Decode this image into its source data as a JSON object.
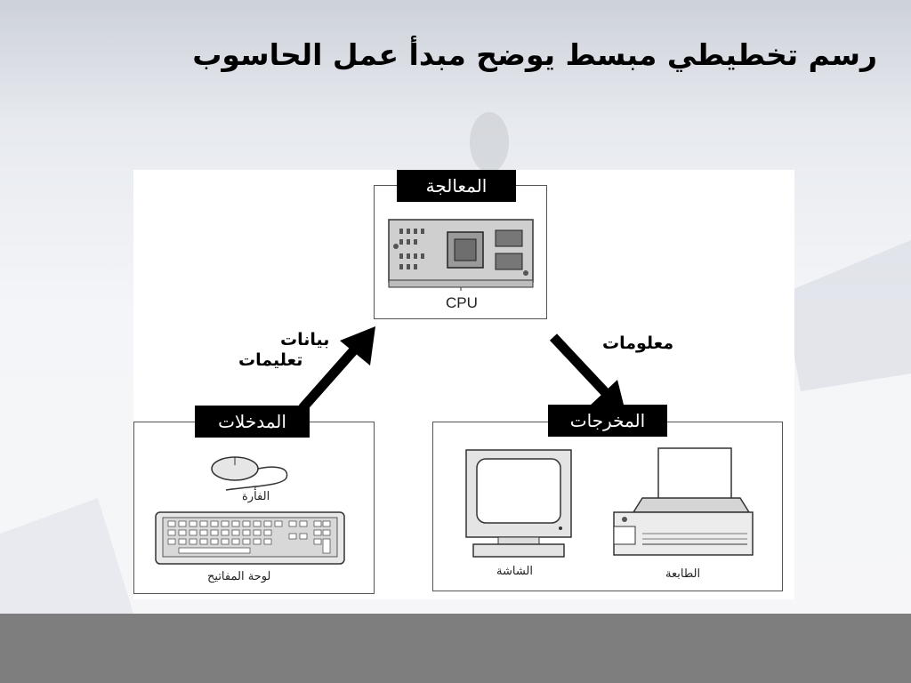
{
  "slide": {
    "title": "رسم تخطيطي مبسط يوضح مبدأ عمل الحاسوب"
  },
  "diagram": {
    "processing": {
      "header": "المعالجة",
      "component": "CPU"
    },
    "inputs": {
      "header": "المدخلات",
      "mouse_label": "الفأرة",
      "keyboard_label": "لوحة المفاتيح"
    },
    "outputs": {
      "header": "المخرجات",
      "monitor_label": "الشاشة",
      "printer_label": "الطابعة"
    },
    "arrow_in": {
      "line1": "بيانات",
      "line2": "تعليمات"
    },
    "arrow_out": {
      "label": "معلومات"
    }
  },
  "icons": [
    "cpu-board-icon",
    "mouse-icon",
    "keyboard-icon",
    "monitor-icon",
    "printer-icon",
    "arrow-up-right-icon",
    "arrow-down-right-icon"
  ]
}
